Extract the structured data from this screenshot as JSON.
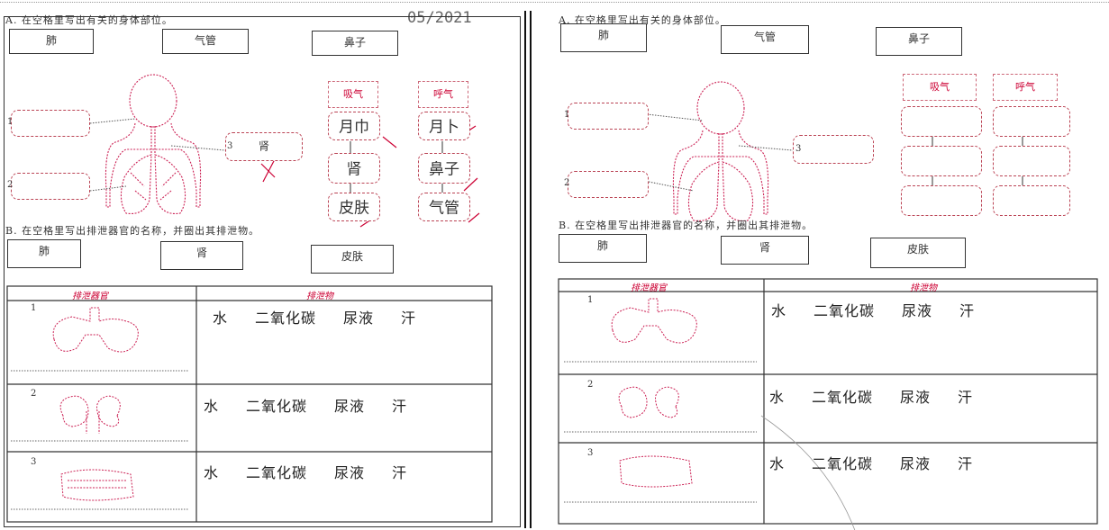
{
  "left": {
    "section_a": "A. 在空格里写出有关的身体部位。",
    "stamp": "05/2021",
    "labels": [
      "肺",
      "气管",
      "鼻子"
    ],
    "stages": {
      "inhale": "吸气",
      "exhale": "呼气"
    },
    "answers": [
      "月巾",
      "月卜",
      "肾",
      "鼻子",
      "皮肤",
      "气管",
      "肾"
    ],
    "section_b": "B. 在空格里写出排泄器官的名称，并圈出其排泄物。",
    "organs": [
      "肺",
      "肾",
      "皮肤"
    ],
    "table": {
      "col1": "排泄器官",
      "col2": "排泄物",
      "rows": [
        {
          "num": "1",
          "words": [
            "水",
            "二氧化碳",
            "尿液",
            "汗"
          ]
        },
        {
          "num": "2",
          "words": [
            "水",
            "二氧化碳",
            "尿液",
            "汗"
          ]
        },
        {
          "num": "3",
          "words": [
            "水",
            "二氧化碳",
            "尿液",
            "汗"
          ]
        }
      ]
    },
    "markers": [
      "1",
      "2",
      "3"
    ]
  },
  "right": {
    "section_a": "A. 在空格里写出有关的身体部位。",
    "labels": [
      "肺",
      "气管",
      "鼻子"
    ],
    "stages": {
      "inhale": "吸气",
      "exhale": "呼气"
    },
    "section_b": "B. 在空格里写出排泄器官的名称，并圈出其排泄物。",
    "organs": [
      "肺",
      "肾",
      "皮肤"
    ],
    "table": {
      "col1": "排泄器官",
      "col2": "排泄物",
      "rows": [
        {
          "num": "1",
          "words": [
            "水",
            "二氧化碳",
            "尿液",
            "汗"
          ]
        },
        {
          "num": "2",
          "words": [
            "水",
            "二氧化碳",
            "尿液",
            "汗"
          ]
        },
        {
          "num": "3",
          "words": [
            "水",
            "二氧化碳",
            "尿液",
            "汗"
          ]
        }
      ]
    },
    "markers": [
      "1",
      "2",
      "3"
    ]
  }
}
